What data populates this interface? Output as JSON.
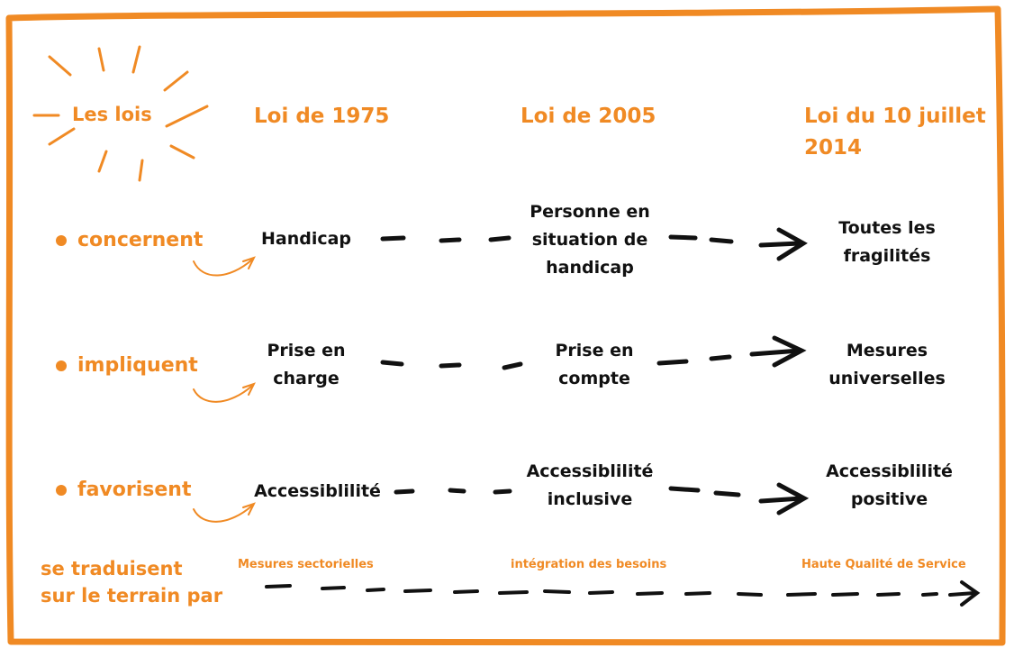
{
  "diagram": {
    "title": "Les lois",
    "columns": [
      "Loi de 1975",
      "Loi de 2005",
      "Loi du 10 juillet 2014"
    ],
    "rows": [
      {
        "label": "concernent",
        "cells": [
          "Handicap",
          "Personne en situation de handicap",
          "Toutes les fragilités"
        ]
      },
      {
        "label": "impliquent",
        "cells": [
          "Prise en charge",
          "Prise en compte",
          "Mesures universelles"
        ]
      },
      {
        "label": "favorisent",
        "cells": [
          "Accessiblilité",
          "Accessiblilité inclusive",
          "Accessiblilité positive"
        ]
      }
    ],
    "terrain": {
      "label_line1": "se traduisent",
      "label_line2": "sur le terrain par",
      "stages": [
        "Mesures sectorielles",
        "intégration des besoins",
        "Haute Qualité de Service"
      ]
    }
  },
  "colors": {
    "accent": "#f08a24",
    "ink": "#111111",
    "background": "#ffffff"
  },
  "icons": [
    "sun-rays-icon",
    "curved-arrow-icon",
    "dashed-arrow-icon"
  ]
}
